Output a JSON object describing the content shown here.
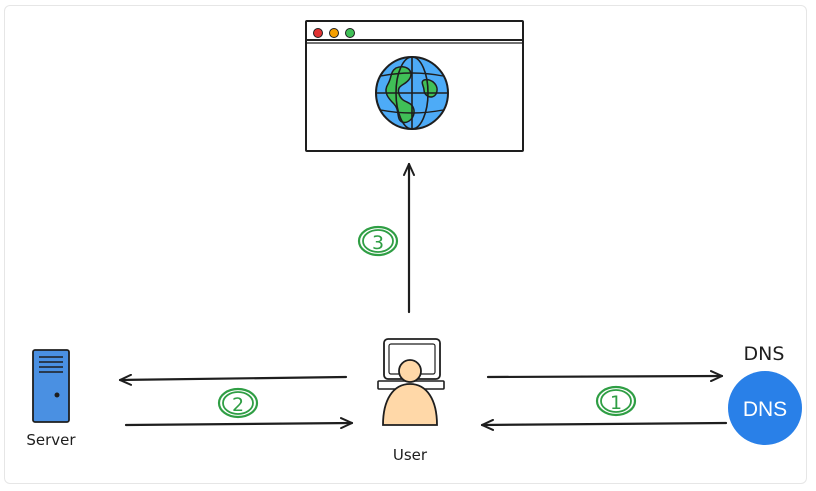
{
  "nodes": {
    "server": {
      "label": "Server"
    },
    "user": {
      "label": "User"
    },
    "dns": {
      "title": "DNS",
      "badge": "DNS"
    }
  },
  "steps": [
    {
      "number": "1"
    },
    {
      "number": "2"
    },
    {
      "number": "3"
    }
  ],
  "colors": {
    "stroke": "#1e1e1e",
    "step_green": "#2f9e44",
    "server_blue": "#4a90e2",
    "dns_blue": "#2980e8",
    "user_fill": "#ffd8a8",
    "globe_blue": "#4dabf7",
    "globe_green": "#40c057",
    "dot_red": "#e03131",
    "dot_orange": "#f59f00",
    "dot_green": "#40c057"
  }
}
